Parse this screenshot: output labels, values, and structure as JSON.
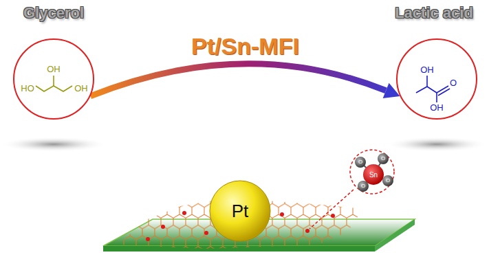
{
  "diagram": {
    "nodes": [
      {
        "text": [
          "Glycerol",
          "HO",
          "OH",
          "OH"
        ]
      },
      {
        "text": [
          "Lactic acid",
          "OH",
          "O",
          "OH"
        ]
      },
      {
        "text": [
          "Pt"
        ]
      },
      {
        "text": [
          "Sn",
          "O",
          "O",
          "O",
          "O"
        ]
      }
    ],
    "edges": [
      {
        "from": 0,
        "to": 1,
        "arrow": "to",
        "label": "Pt/Sn-MFI"
      }
    ]
  }
}
